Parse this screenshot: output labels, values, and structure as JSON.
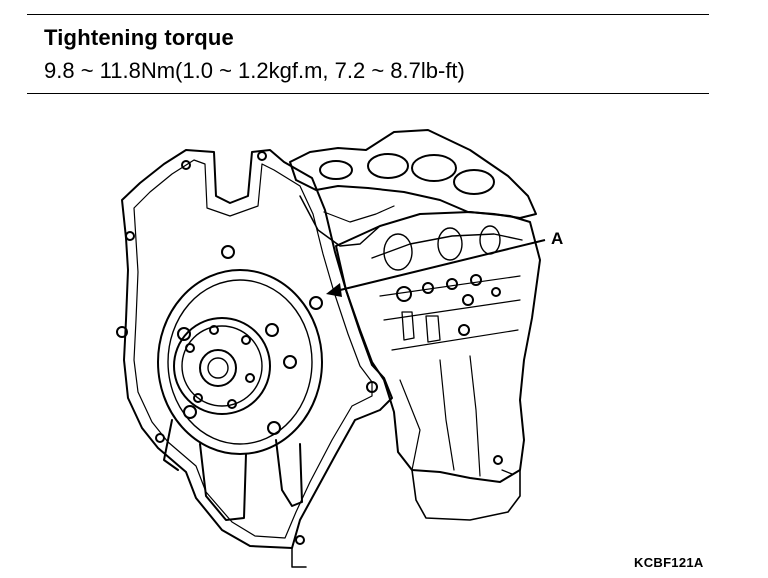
{
  "spec": {
    "title": "Tightening torque",
    "value": "9.8 ~ 11.8Nm(1.0 ~ 1.2kgf.m, 7.2 ~ 8.7lb-ft)"
  },
  "figure": {
    "callout_label": "A",
    "code": "KCBF121A"
  }
}
